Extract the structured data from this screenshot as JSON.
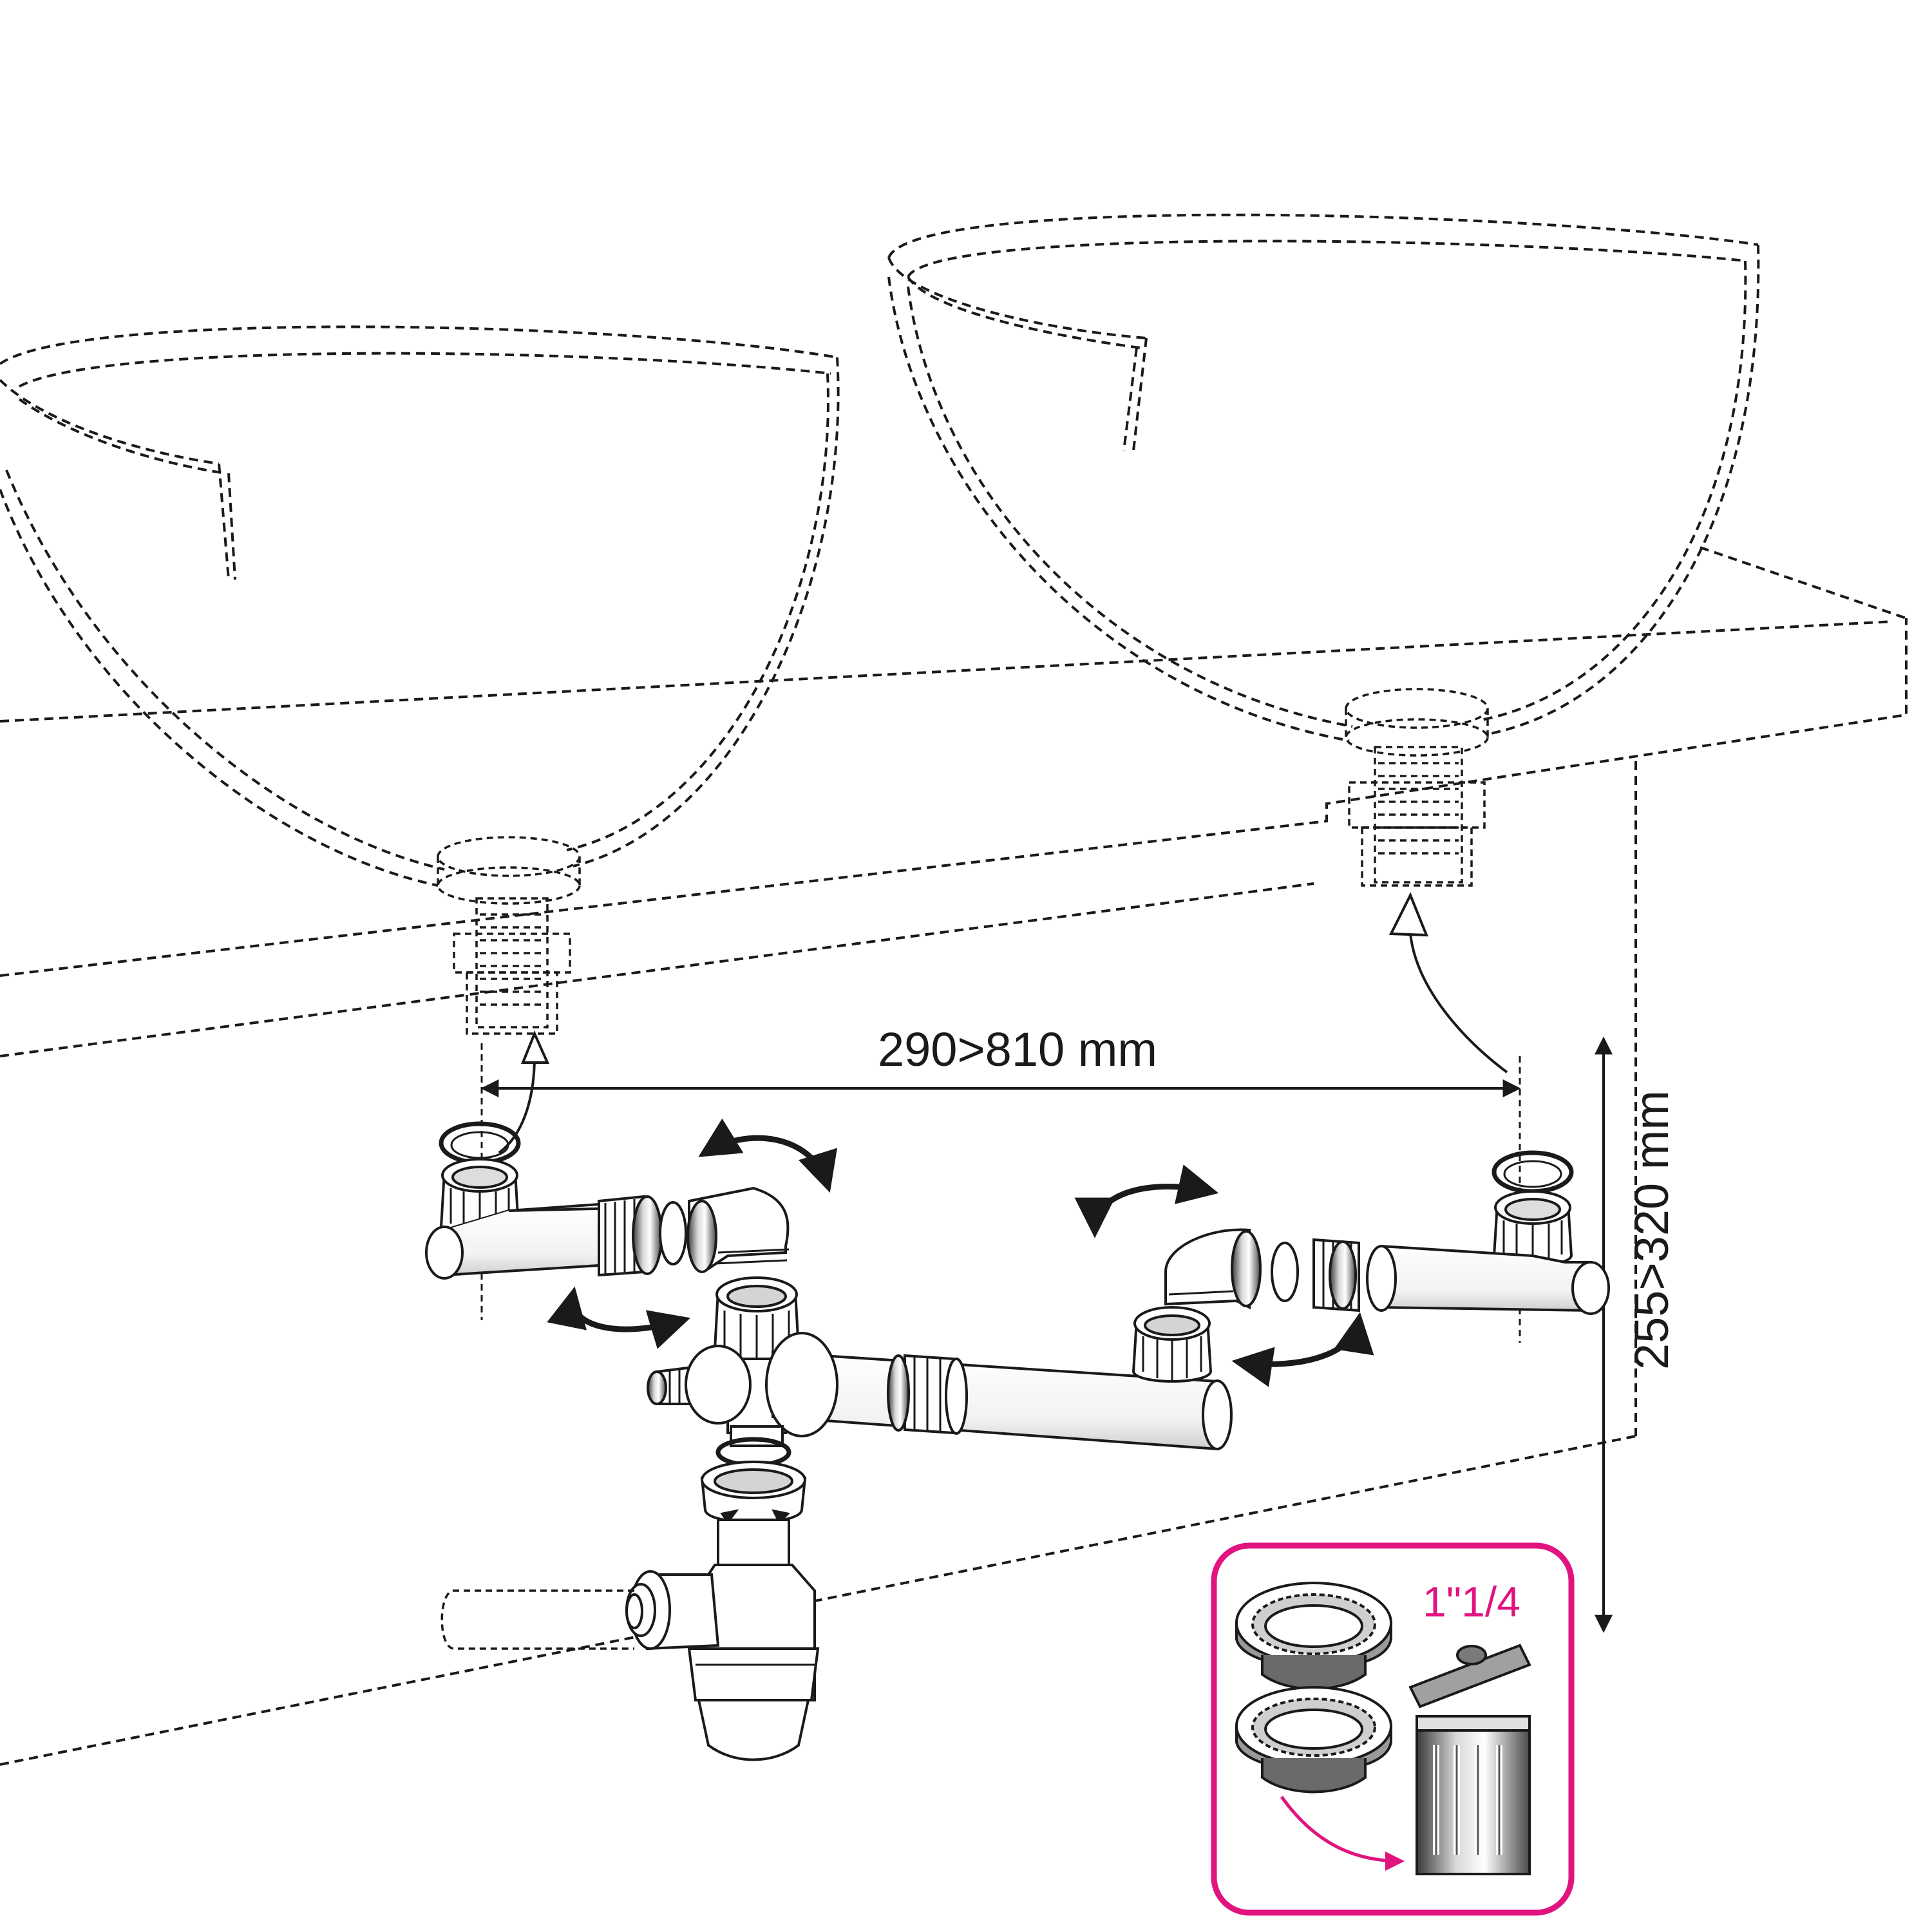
{
  "dimensions": {
    "horizontal": "290>810 mm",
    "vertical": "255>320 mm"
  },
  "inset": {
    "thread_size": "1\"1/4"
  },
  "colors": {
    "line": "#1a1a1a",
    "accent": "#e0137f",
    "pipe_fill": "#f7f7f7",
    "shade": "#9a9a9a"
  }
}
